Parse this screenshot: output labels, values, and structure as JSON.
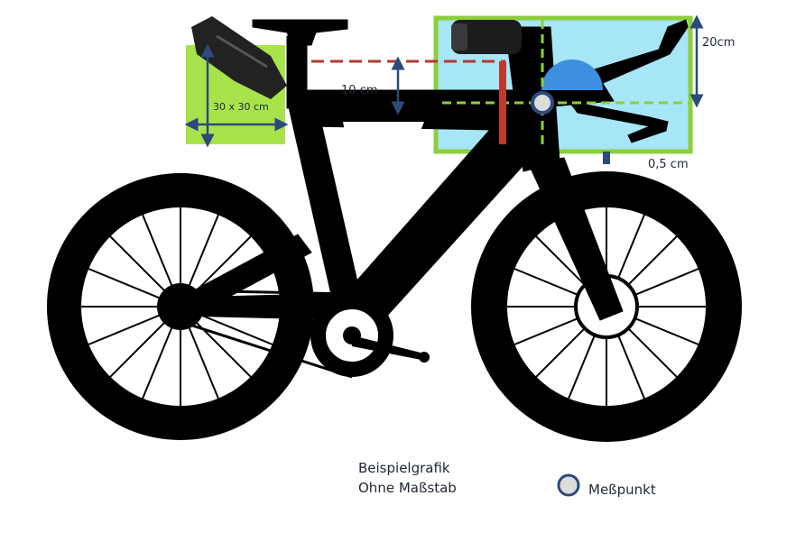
{
  "labels": {
    "box_size": "30 x 30 cm",
    "height_drop": "10 cm",
    "zone_height": "20cm",
    "gap": "0,5 cm",
    "caption_line1": "Beispielgrafik",
    "caption_line2": "Ohne Maßstab",
    "legend": "Meßpunkt"
  },
  "colors": {
    "box_green": "#a9e34b",
    "zone_blue": "#a6e6f7",
    "zone_border": "#8ccf3b",
    "red_line": "#c0392b",
    "dashed_red": "#b03a2e",
    "dashed_green": "#8ccf3b",
    "arrow_navy": "#2b4b7a",
    "bike_black": "#000000",
    "measure_point_fill": "#dcdcdc"
  }
}
